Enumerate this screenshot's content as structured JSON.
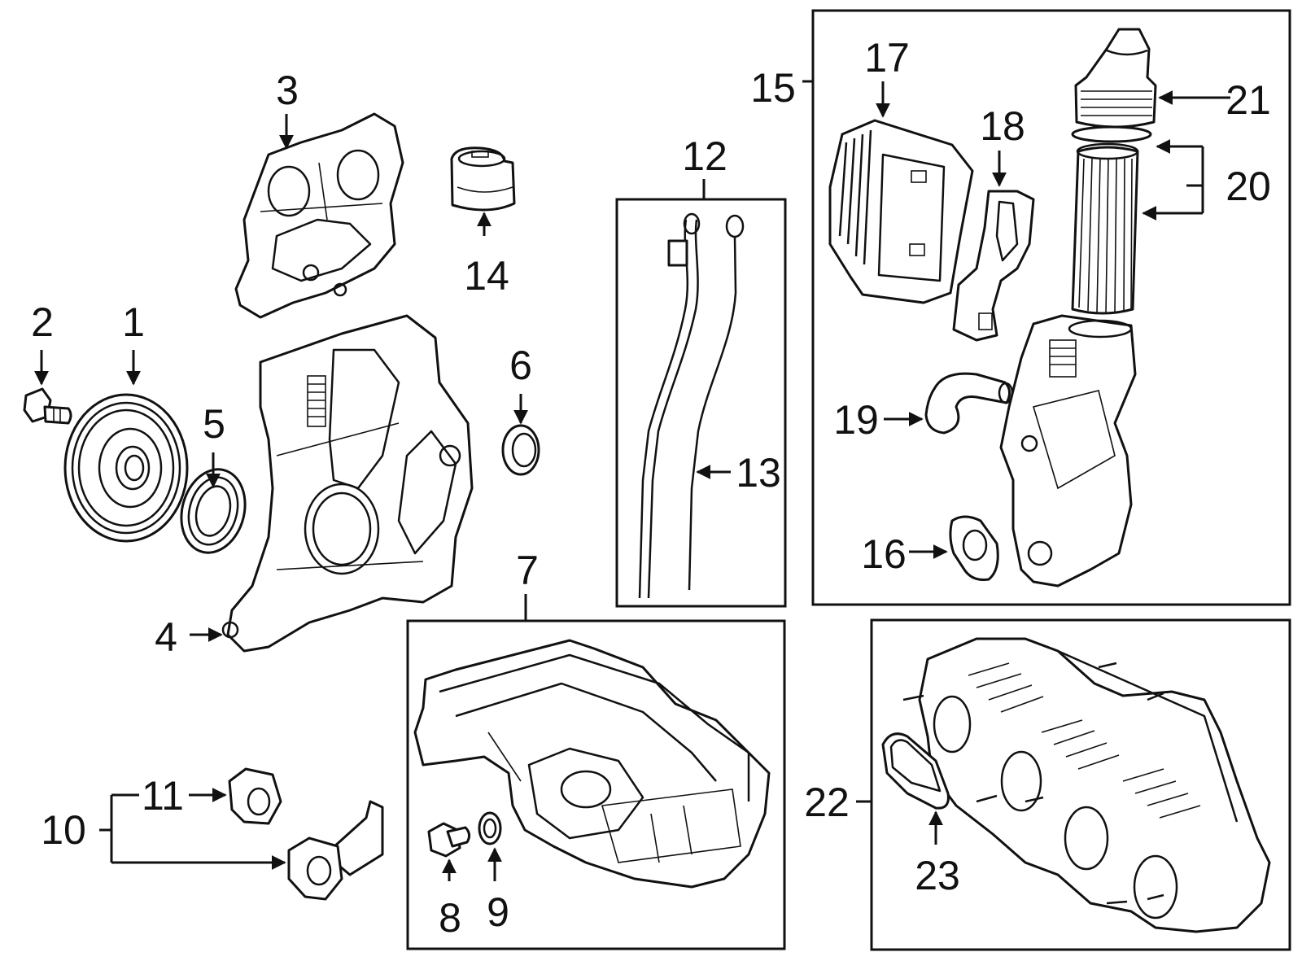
{
  "diagram": {
    "part_numbers": [
      "1",
      "2",
      "3",
      "4",
      "5",
      "6",
      "7",
      "8",
      "9",
      "10",
      "11",
      "12",
      "13",
      "14",
      "15",
      "16",
      "17",
      "18",
      "19",
      "20",
      "21",
      "22",
      "23"
    ]
  }
}
